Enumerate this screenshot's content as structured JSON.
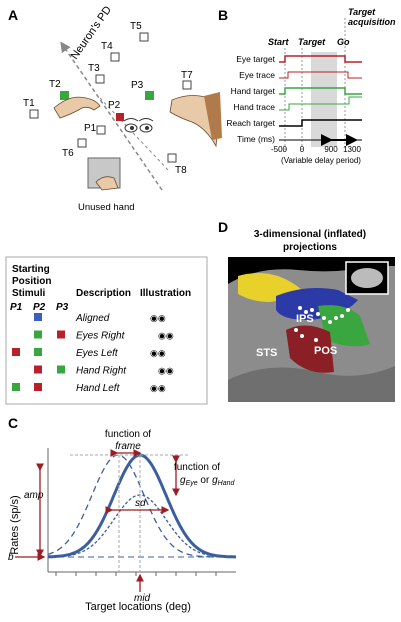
{
  "panels": {
    "A": "A",
    "B": "B",
    "C": "C",
    "D": "D"
  },
  "panel_a": {
    "pd_label": "Neuron's PD",
    "targets": [
      "T1",
      "T2",
      "T3",
      "T4",
      "T5",
      "T6",
      "T7",
      "T8"
    ],
    "positions": [
      "P1",
      "P2",
      "P3"
    ],
    "unused_hand": "Unused hand"
  },
  "panel_b": {
    "phases": {
      "start": "Start",
      "target": "Target",
      "go": "Go",
      "target_acq": "Target",
      "target_acq2": "acquisition"
    },
    "rows": [
      "Eye target",
      "Eye trace",
      "Hand target",
      "Hand trace",
      "Reach target",
      "Time (ms)"
    ],
    "ticks": [
      "-500",
      "0",
      "900",
      "1300"
    ],
    "delay_note": "(Variable delay period)",
    "colors": {
      "eye": "#b8202a",
      "hand": "#3aa63f",
      "reach": "#000000",
      "shade": "#d9d9d9"
    }
  },
  "table": {
    "header_starting": "Starting",
    "header_position": "Position",
    "header_stimuli": "Stimuli",
    "header_description": "Description",
    "header_illustration": "Illustration",
    "cols": [
      "P1",
      "P2",
      "P3"
    ],
    "rows": [
      {
        "desc": "Aligned",
        "cells": [
          "",
          "blue",
          ""
        ]
      },
      {
        "desc": "Eyes Right",
        "cells": [
          "",
          "green",
          "red"
        ]
      },
      {
        "desc": "Eyes Left",
        "cells": [
          "red",
          "green",
          ""
        ]
      },
      {
        "desc": "Hand Right",
        "cells": [
          "",
          "red",
          "green"
        ]
      },
      {
        "desc": "Hand Left",
        "cells": [
          "green",
          "red",
          ""
        ]
      }
    ],
    "colors": {
      "blue": "#3b5fbf",
      "green": "#3aa63f",
      "red": "#b8202a"
    }
  },
  "panel_c": {
    "ylabel": "Rates (sp/s)",
    "xlabel": "Target locations (deg)",
    "amp": "amp",
    "b": "b",
    "sd": "sd",
    "mid": "mid",
    "frame_line1": "function of",
    "frame_line2": "frame",
    "gain_line1": "function of",
    "gain_g1": "g",
    "gain_sub1": "Eye",
    "gain_or": " or ",
    "gain_g2": "g",
    "gain_sub2": "Hand",
    "colors": {
      "curve": "#3b5f9e",
      "arrow": "#9b1c22"
    }
  },
  "panel_d": {
    "title1": "3-dimensional (inflated)",
    "title2": "projections",
    "regions": {
      "ips": "IPS",
      "sts": "STS",
      "pos": "POS"
    }
  }
}
